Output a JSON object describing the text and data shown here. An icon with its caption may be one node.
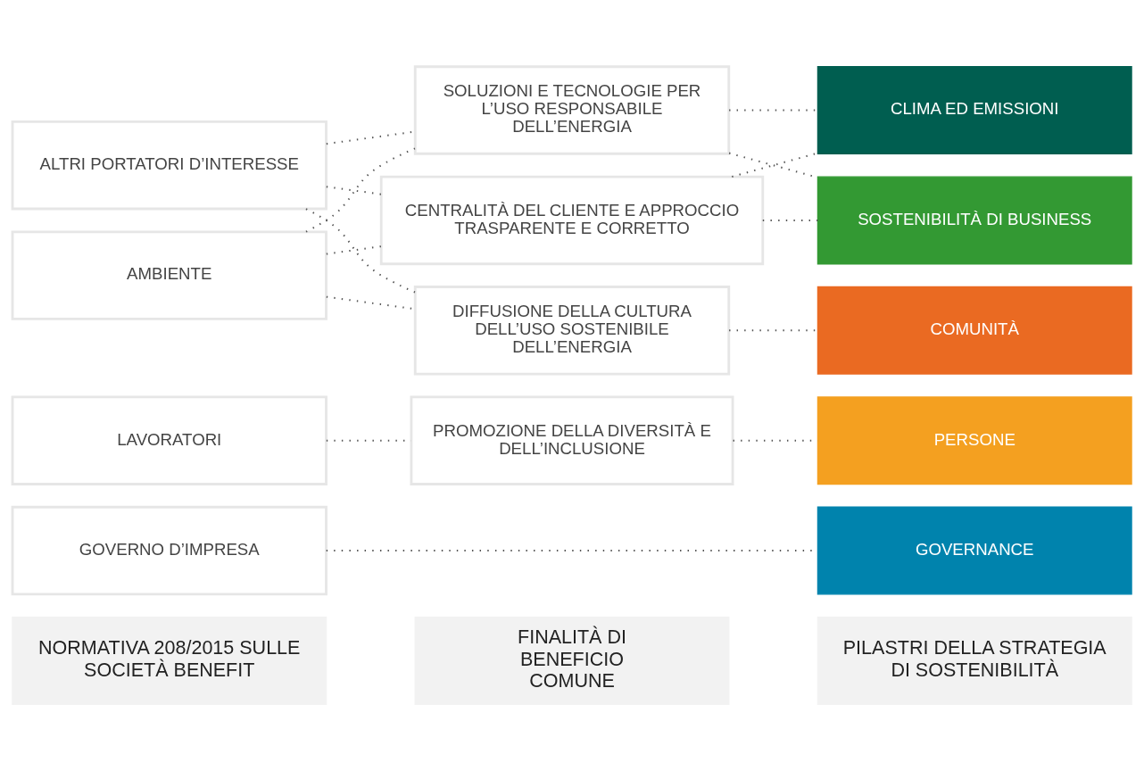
{
  "diagram": {
    "nodes": [
      {
        "text": [
          "NORMATIVA 208/2015 SULLE SOCIETÀ BENEFIT"
        ]
      },
      {
        "text": [
          "FINALITÀ DI BENEFICIO COMUNE"
        ]
      },
      {
        "text": [
          "PILASTRI DELLA STRATEGIA DI SOSTENIBILITÀ"
        ]
      },
      {
        "text": [
          "GOVERNO D’IMPRESA"
        ]
      },
      {
        "text": [
          "LAVORATORI"
        ]
      },
      {
        "text": [
          "ALTRI PORTATORI D’INTERESSE"
        ]
      },
      {
        "text": [
          "AMBIENTE"
        ]
      },
      {
        "text": [
          "PROMOZIONE DELLA DIVERSITÀ E DELL’INCLUSIONE"
        ]
      },
      {
        "text": [
          "CENTRALITÀ DEL CLIENTE E APPROCCIO TRASPARENTE E CORRETTO"
        ]
      },
      {
        "text": [
          "SOLUZIONI E TECNOLOGIE PER L’USO RESPONSABILE DELL’ENERGIA"
        ]
      },
      {
        "text": [
          "DIFFUSIONE DELLA CULTURA DELL’USO SOSTENIBILE DELL’ENERGIA"
        ]
      },
      {
        "text": [
          "GOVERNANCE"
        ]
      },
      {
        "text": [
          "PERSONE"
        ]
      },
      {
        "text": [
          "SOSTENIBILITÀ DI BUSINESS"
        ]
      },
      {
        "text": [
          "CLIMA ED EMISSIONI"
        ]
      },
      {
        "text": [
          "COMUNITÀ"
        ]
      }
    ],
    "edges": [
      {
        "from": 3,
        "to": 11,
        "arrow": "none"
      },
      {
        "from": 4,
        "to": 7,
        "arrow": "none"
      },
      {
        "from": 7,
        "to": 12,
        "arrow": "none"
      },
      {
        "from": 5,
        "to": 8,
        "arrow": "none"
      },
      {
        "from": 5,
        "to": 9,
        "arrow": "none"
      },
      {
        "from": 5,
        "to": 10,
        "arrow": "none"
      },
      {
        "from": 6,
        "to": 8,
        "arrow": "none"
      },
      {
        "from": 6,
        "to": 9,
        "arrow": "none"
      },
      {
        "from": 6,
        "to": 10,
        "arrow": "none"
      },
      {
        "from": 8,
        "to": 13,
        "arrow": "none"
      },
      {
        "from": 8,
        "to": 14,
        "arrow": "none"
      },
      {
        "from": 9,
        "to": 13,
        "arrow": "none"
      },
      {
        "from": 9,
        "to": 14,
        "arrow": "none"
      },
      {
        "from": 10,
        "to": 15,
        "arrow": "none"
      }
    ]
  }
}
